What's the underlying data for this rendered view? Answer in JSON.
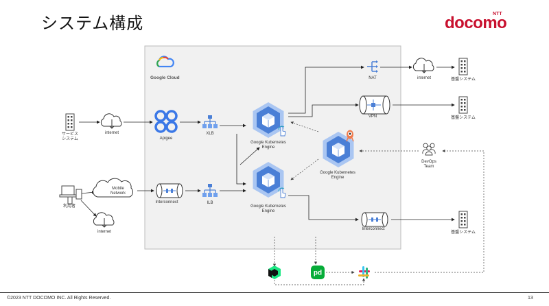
{
  "slide": {
    "title": "システム構成",
    "logo_top": "NTT",
    "logo_main": "docomo",
    "copyright": "©2023 NTT DOCOMO INC. All Rights Reserved.",
    "page_number": "13"
  },
  "diagram": {
    "gcp_label": "Google Cloud",
    "nodes": {
      "service_system": "サービス\nシステム",
      "internet_1": "internet",
      "apigee": "Apigee",
      "xlb": "XLB",
      "gke_1": "Google Kubernetes\nEngine",
      "gke_2": "Google Kubernetes\nEngine",
      "gke_3": "Google Kubernetes\nEngine",
      "nat": "NAT",
      "internet_2": "internet",
      "base_system_1": "基盤システム",
      "vpn": "VPN",
      "base_system_2": "基盤システム",
      "devops": "DevOps\nTeam",
      "user": "利用者",
      "mobile_network": "Mobile\nNetwork",
      "internet_3": "internet",
      "interconnect_1": "Interconnect",
      "ilb": "ILB",
      "interconnect_2": "Interconnect",
      "base_system_3": "基盤システム"
    },
    "colors": {
      "gke_blue": "#4a7fd6",
      "gke_light": "#aac6f2",
      "apigee_blue": "#3b78e7",
      "newrelic_green": "#1ce783",
      "pagerduty_green": "#06ac38",
      "brand_red": "#c8102e"
    }
  }
}
